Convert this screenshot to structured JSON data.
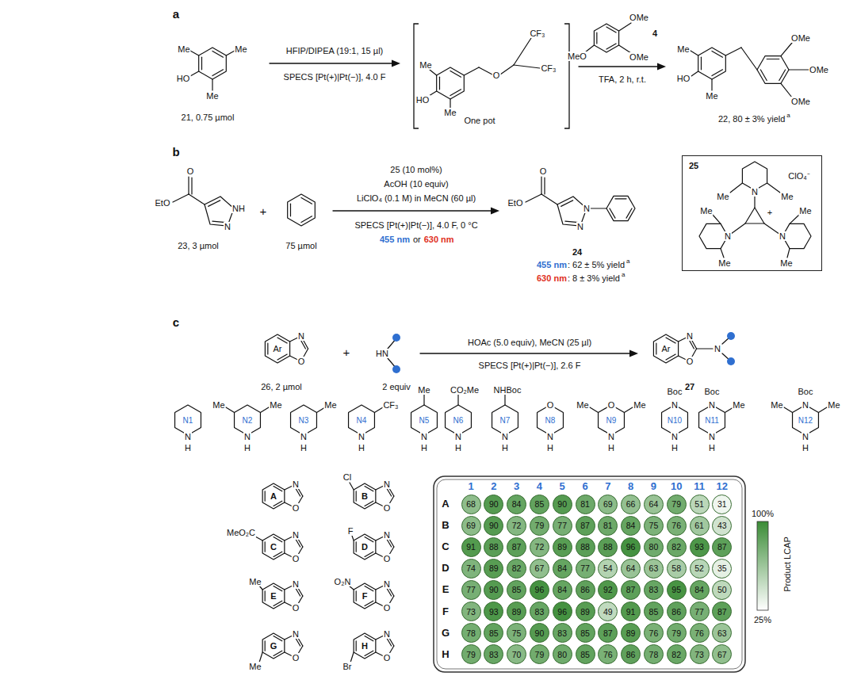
{
  "diagram": {
    "nodes": [
      {
        "text": [
          "25"
        ]
      },
      {
        "text": [
          "68"
        ]
      },
      {
        "text": [
          "90"
        ]
      },
      {
        "text": [
          "84"
        ]
      },
      {
        "text": [
          "85"
        ]
      },
      {
        "text": [
          "90"
        ]
      },
      {
        "text": [
          "81"
        ]
      },
      {
        "text": [
          "69"
        ]
      },
      {
        "text": [
          "66"
        ]
      },
      {
        "text": [
          "64"
        ]
      },
      {
        "text": [
          "79"
        ]
      },
      {
        "text": [
          "51"
        ]
      },
      {
        "text": [
          "31"
        ]
      },
      {
        "text": [
          "69"
        ]
      },
      {
        "text": [
          "90"
        ]
      },
      {
        "text": [
          "72"
        ]
      },
      {
        "text": [
          "79"
        ]
      },
      {
        "text": [
          "77"
        ]
      },
      {
        "text": [
          "87"
        ]
      },
      {
        "text": [
          "81"
        ]
      },
      {
        "text": [
          "84"
        ]
      },
      {
        "text": [
          "75"
        ]
      },
      {
        "text": [
          "76"
        ]
      },
      {
        "text": [
          "61"
        ]
      },
      {
        "text": [
          "43"
        ]
      },
      {
        "text": [
          "91"
        ]
      },
      {
        "text": [
          "88"
        ]
      },
      {
        "text": [
          "87"
        ]
      },
      {
        "text": [
          "72"
        ]
      },
      {
        "text": [
          "89"
        ]
      },
      {
        "text": [
          "88"
        ]
      },
      {
        "text": [
          "88"
        ]
      },
      {
        "text": [
          "96"
        ]
      },
      {
        "text": [
          "80"
        ]
      },
      {
        "text": [
          "82"
        ]
      },
      {
        "text": [
          "93"
        ]
      },
      {
        "text": [
          "87"
        ]
      },
      {
        "text": [
          "74"
        ]
      },
      {
        "text": [
          "89"
        ]
      },
      {
        "text": [
          "82"
        ]
      },
      {
        "text": [
          "67"
        ]
      },
      {
        "text": [
          "84"
        ]
      },
      {
        "text": [
          "77"
        ]
      },
      {
        "text": [
          "54"
        ]
      },
      {
        "text": [
          "64"
        ]
      },
      {
        "text": [
          "63"
        ]
      },
      {
        "text": [
          "58"
        ]
      },
      {
        "text": [
          "52"
        ]
      },
      {
        "text": [
          "35"
        ]
      },
      {
        "text": [
          "77"
        ]
      },
      {
        "text": [
          "90"
        ]
      },
      {
        "text": [
          "85"
        ]
      },
      {
        "text": [
          "96"
        ]
      },
      {
        "text": [
          "84"
        ]
      },
      {
        "text": [
          "86"
        ]
      },
      {
        "text": [
          "92"
        ]
      },
      {
        "text": [
          "87"
        ]
      },
      {
        "text": [
          "83"
        ]
      },
      {
        "text": [
          "95"
        ]
      },
      {
        "text": [
          "84"
        ]
      },
      {
        "text": [
          "50"
        ]
      },
      {
        "text": [
          "73"
        ]
      },
      {
        "text": [
          "93"
        ]
      },
      {
        "text": [
          "89"
        ]
      },
      {
        "text": [
          "83"
        ]
      },
      {
        "text": [
          "96"
        ]
      },
      {
        "text": [
          "89"
        ]
      },
      {
        "text": [
          "49"
        ]
      },
      {
        "text": [
          "91"
        ]
      },
      {
        "text": [
          "85"
        ]
      },
      {
        "text": [
          "86"
        ]
      },
      {
        "text": [
          "77"
        ]
      },
      {
        "text": [
          "87"
        ]
      },
      {
        "text": [
          "78"
        ]
      },
      {
        "text": [
          "85"
        ]
      },
      {
        "text": [
          "75"
        ]
      },
      {
        "text": [
          "90"
        ]
      },
      {
        "text": [
          "83"
        ]
      },
      {
        "text": [
          "85"
        ]
      },
      {
        "text": [
          "87"
        ]
      },
      {
        "text": [
          "89"
        ]
      },
      {
        "text": [
          "76"
        ]
      },
      {
        "text": [
          "79"
        ]
      },
      {
        "text": [
          "76"
        ]
      },
      {
        "text": [
          "63"
        ]
      },
      {
        "text": [
          "79"
        ]
      },
      {
        "text": [
          "83"
        ]
      },
      {
        "text": [
          "70"
        ]
      },
      {
        "text": [
          "79"
        ]
      },
      {
        "text": [
          "80"
        ]
      },
      {
        "text": [
          "85"
        ]
      },
      {
        "text": [
          "76"
        ]
      },
      {
        "text": [
          "86"
        ]
      },
      {
        "text": [
          "78"
        ]
      },
      {
        "text": [
          "82"
        ]
      },
      {
        "text": [
          "73"
        ]
      },
      {
        "text": [
          "67"
        ]
      }
    ],
    "labels": [
      "a",
      "Me",
      "Me",
      "HO",
      "Me",
      "21, 0.75 µmol",
      "HFIP/DIPEA (19:1, 15 µl)",
      "SPECS [Pt(+)|Pt(−)], 4.0 F",
      "Me",
      "HO",
      "Me",
      "O",
      "CF₃",
      "CF₃",
      "One pot",
      "OMe",
      "4",
      "MeO",
      "OMe",
      "TFA, 2 h, r.t.",
      "Me",
      "HO",
      "Me",
      "OMe",
      "OMe",
      "OMe",
      "22, 80 ± 3% yield",
      "a",
      "b",
      "O",
      "EtO",
      "NH",
      "N",
      "23, 3 µmol",
      "+",
      "75 µmol",
      "25 (10 mol%)",
      "AcOH (10 equiv)",
      "LiClO₄ (0.1 M) in MeCN (60 µl)",
      "SPECS [Pt(+)|Pt(−)], 4.0 F, 0 °C",
      "455 nm",
      "or",
      "630 nm",
      "O",
      "EtO",
      "N",
      "N",
      "24",
      "455 nm",
      ": 62 ± 5% yield",
      "a",
      "630 nm",
      ": 8 ± 3% yield",
      "a",
      "ClO₄⁻",
      "Me",
      "N",
      "Me",
      "+",
      "Me",
      "N",
      "N",
      "Me",
      "Me",
      "Me",
      "c",
      "Ar",
      "N",
      "O",
      "26, 2 µmol",
      "+",
      "HN",
      "2 equiv",
      "HOAc (5.0 equiv), MeCN (25 µl)",
      "SPECS [Pt(+)|Pt(−)], 2.6 F",
      "Ar",
      "N",
      "O",
      "N",
      "27",
      "N1",
      "N",
      "H",
      "Me",
      "Me",
      "N2",
      "N",
      "H",
      "Me",
      "N3",
      "N",
      "H",
      "CF₃",
      "N4",
      "N",
      "H",
      "Me",
      "N5",
      "N",
      "H",
      "CO₂Me",
      "N6",
      "N",
      "H",
      "NHBoc",
      "N7",
      "N",
      "H",
      "O",
      "N8",
      "N",
      "H",
      "Me",
      "O",
      "Me",
      "N9",
      "N",
      "H",
      "Boc",
      "N",
      "N10",
      "N",
      "H",
      "Boc",
      "N",
      "Me",
      "N11",
      "N",
      "H",
      "Boc",
      "Me",
      "N",
      "Me",
      "N12",
      "N",
      "H",
      "A",
      "N",
      "O",
      "Cl",
      "B",
      "N",
      "O",
      "MeO₂C",
      "C",
      "N",
      "O",
      "F",
      "D",
      "N",
      "O",
      "Me",
      "E",
      "N",
      "O",
      "O₂N",
      "F",
      "N",
      "O",
      "G",
      "N",
      "O",
      "Me",
      "H",
      "N",
      "O",
      "Br",
      "1",
      "2",
      "3",
      "4",
      "5",
      "6",
      "7",
      "8",
      "9",
      "10",
      "11",
      "12",
      "A",
      "B",
      "C",
      "D",
      "E",
      "F",
      "G",
      "H",
      "100%",
      "Product LCAP",
      "25%"
    ]
  }
}
